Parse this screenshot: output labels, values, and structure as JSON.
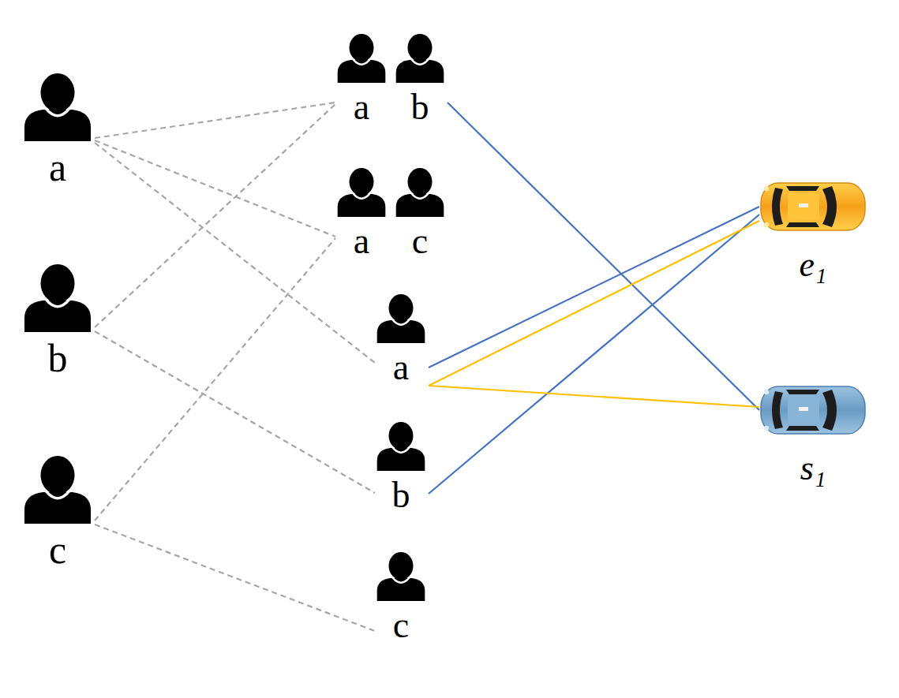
{
  "diagram": {
    "nodes": [
      {
        "text": [
          "a"
        ]
      },
      {
        "text": [
          "b"
        ]
      },
      {
        "text": [
          "c"
        ]
      },
      {
        "text": [
          "a",
          "b"
        ]
      },
      {
        "text": [
          "a",
          "c"
        ]
      },
      {
        "text": [
          "a"
        ]
      },
      {
        "text": [
          "b"
        ]
      },
      {
        "text": [
          "c"
        ]
      },
      {
        "text": [
          "e₁"
        ]
      },
      {
        "text": [
          "s₁"
        ]
      }
    ],
    "edges": [
      {
        "from": 0,
        "to": 3,
        "arrow": "none"
      },
      {
        "from": 0,
        "to": 4,
        "arrow": "none"
      },
      {
        "from": 0,
        "to": 5,
        "arrow": "none"
      },
      {
        "from": 1,
        "to": 3,
        "arrow": "none"
      },
      {
        "from": 1,
        "to": 6,
        "arrow": "none"
      },
      {
        "from": 2,
        "to": 4,
        "arrow": "none"
      },
      {
        "from": 2,
        "to": 7,
        "arrow": "none"
      },
      {
        "from": 3,
        "to": 9,
        "arrow": "none"
      },
      {
        "from": 5,
        "to": 8,
        "arrow": "none"
      },
      {
        "from": 6,
        "to": 8,
        "arrow": "none"
      },
      {
        "from": 5,
        "to": 8,
        "arrow": "none"
      },
      {
        "from": 5,
        "to": 9,
        "arrow": "none"
      }
    ]
  }
}
